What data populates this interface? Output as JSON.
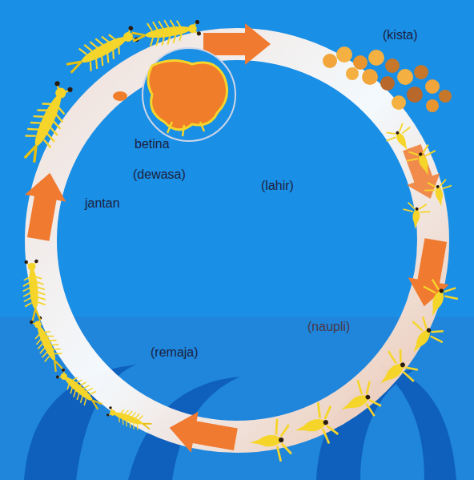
{
  "diagram": {
    "labels": [
      "(kista)",
      "betina",
      "(dewasa)",
      "jantan",
      "(lahir)",
      "(naupli)",
      "(remaja)"
    ]
  }
}
